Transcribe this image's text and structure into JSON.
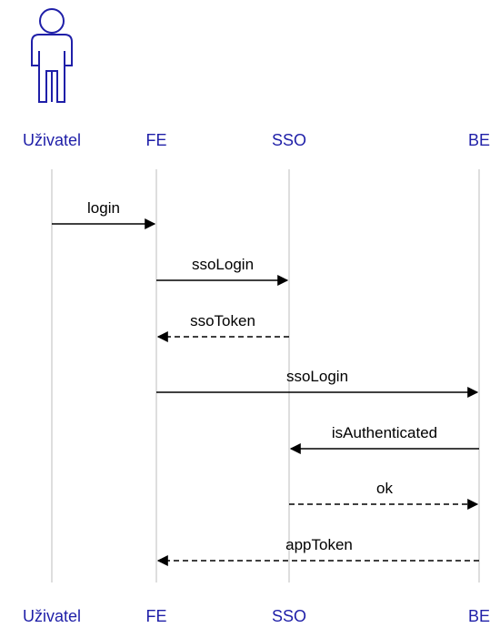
{
  "colors": {
    "participant_text": "#1f1fa8",
    "actor_stroke": "#1f1fa8",
    "lifeline": "#bdbdbd",
    "message": "#000000"
  },
  "participants": [
    {
      "id": "uzivatel",
      "label": "Uživatel",
      "kind": "actor"
    },
    {
      "id": "fe",
      "label": "FE",
      "kind": "participant"
    },
    {
      "id": "sso",
      "label": "SSO",
      "kind": "participant"
    },
    {
      "id": "be",
      "label": "BE",
      "kind": "participant"
    }
  ],
  "messages": [
    {
      "from": "uzivatel",
      "to": "fe",
      "label": "login",
      "style": "solid"
    },
    {
      "from": "fe",
      "to": "sso",
      "label": "ssoLogin",
      "style": "solid"
    },
    {
      "from": "sso",
      "to": "fe",
      "label": "ssoToken",
      "style": "dashed"
    },
    {
      "from": "fe",
      "to": "be",
      "label": "ssoLogin",
      "style": "solid"
    },
    {
      "from": "be",
      "to": "sso",
      "label": "isAuthenticated",
      "style": "solid"
    },
    {
      "from": "sso",
      "to": "be",
      "label": "ok",
      "style": "dashed"
    },
    {
      "from": "be",
      "to": "fe",
      "label": "appToken",
      "style": "dashed"
    }
  ]
}
